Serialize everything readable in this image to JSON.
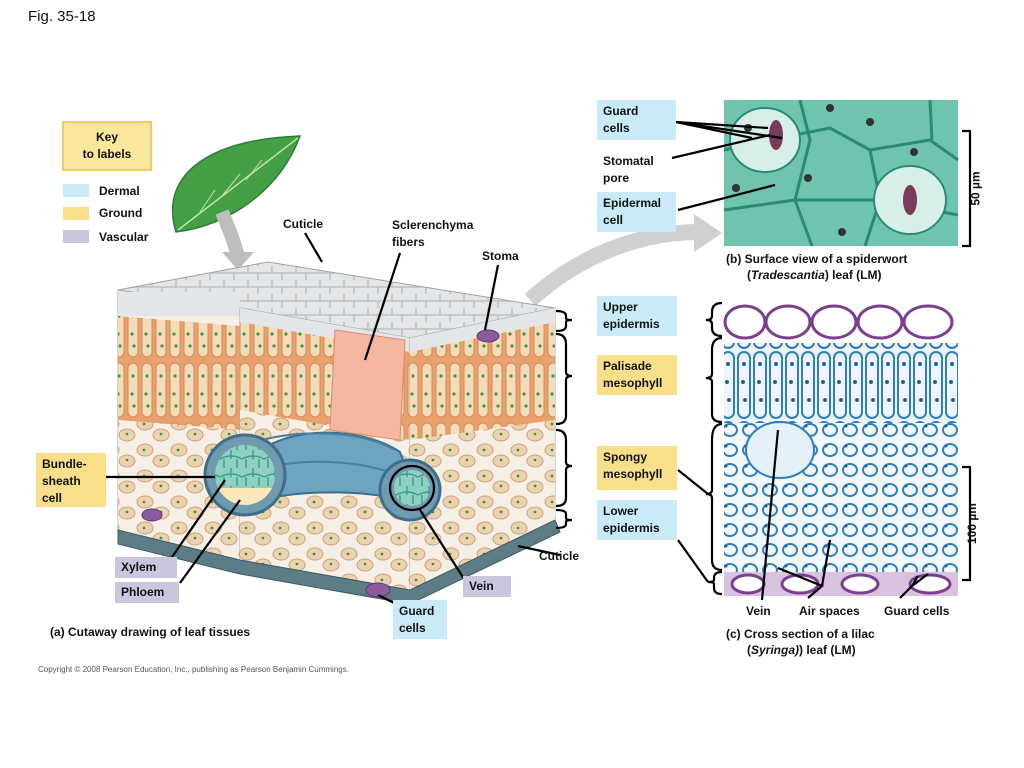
{
  "figure_number": "Fig. 35-18",
  "key": {
    "title_line1": "Key",
    "title_line2": "to labels",
    "items": [
      {
        "label": "Dermal",
        "color": "#c9ebf7"
      },
      {
        "label": "Ground",
        "color": "#f9df8a"
      },
      {
        "label": "Vascular",
        "color": "#cbc6de"
      }
    ]
  },
  "panel_a": {
    "labels": {
      "cuticle_top": "Cuticle",
      "sclerenchyma_1": "Sclerenchyma",
      "sclerenchyma_2": "fibers",
      "stoma": "Stoma",
      "bundle_sheath_1": "Bundle-",
      "bundle_sheath_2": "sheath",
      "bundle_sheath_3": "cell",
      "xylem": "Xylem",
      "phloem": "Phloem",
      "vein": "Vein",
      "cuticle_bottom": "Cuticle",
      "guard_cells_1": "Guard",
      "guard_cells_2": "cells"
    },
    "caption": "(a) Cutaway drawing of leaf tissues"
  },
  "panel_b": {
    "labels": {
      "guard_cells_1": "Guard",
      "guard_cells_2": "cells",
      "stomatal_pore_1": "Stomatal",
      "stomatal_pore_2": "pore",
      "epidermal_cell_1": "Epidermal",
      "epidermal_cell_2": "cell"
    },
    "scale": "50 µm",
    "caption_line1": "(b)  Surface view of a spiderwort",
    "caption_line2_pre": "(",
    "caption_line2_italic": "Tradescantia",
    "caption_line2_post": ") leaf (LM)"
  },
  "panel_c": {
    "layer_labels": {
      "upper_1": "Upper",
      "upper_2": "epidermis",
      "palisade_1": "Palisade",
      "palisade_2": "mesophyll",
      "spongy_1": "Spongy",
      "spongy_2": "mesophyll",
      "lower_1": "Lower",
      "lower_2": "epidermis"
    },
    "labels": {
      "vein": "Vein",
      "air_spaces": "Air spaces",
      "guard_cells": "Guard cells"
    },
    "scale": "100 µm",
    "caption_line1": "(c)  Cross section of a lilac",
    "caption_line2_pre": "(",
    "caption_line2_italic": "Syringa)",
    "caption_line2_post": ") leaf (LM)"
  },
  "copyright": "Copyright © 2008 Pearson Education, Inc., publishing as Pearson Benjamin Cummings."
}
